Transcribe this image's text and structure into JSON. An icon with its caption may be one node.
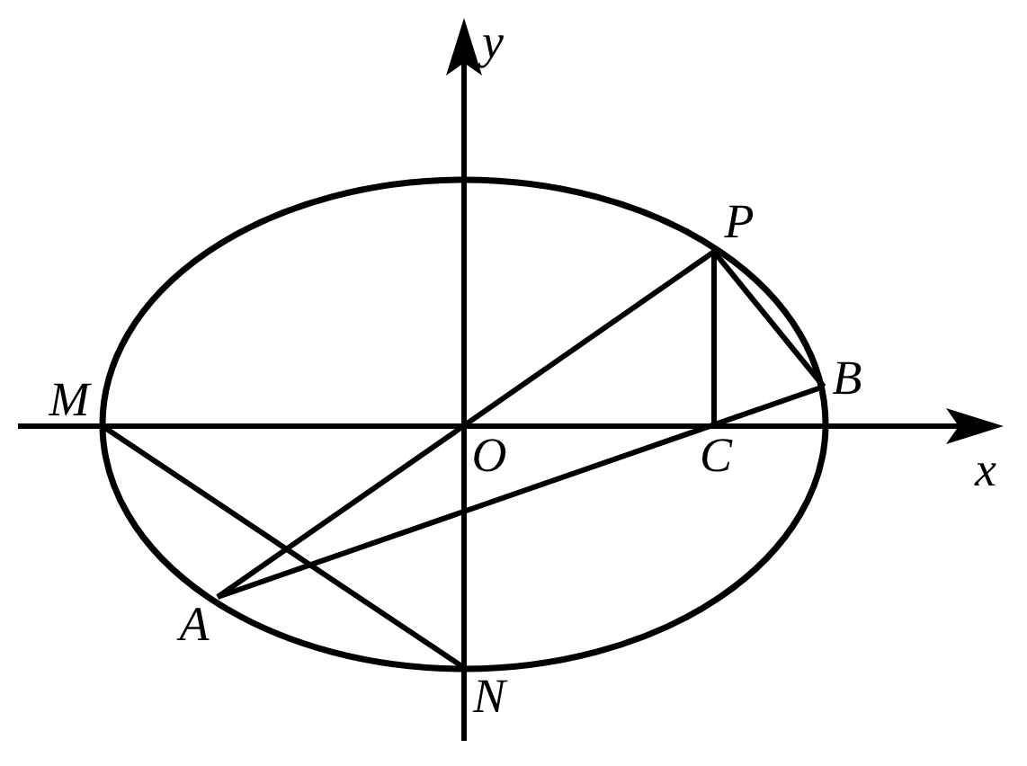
{
  "diagram": {
    "nodes": [
      {
        "text": [
          "P"
        ]
      },
      {
        "text": [
          "M"
        ]
      },
      {
        "text": [
          "B"
        ]
      },
      {
        "text": [
          "O"
        ]
      },
      {
        "text": [
          "C"
        ]
      },
      {
        "text": [
          "A"
        ]
      },
      {
        "text": [
          "N"
        ]
      }
    ],
    "edges": [
      {
        "from": 5,
        "to": 0,
        "arrow": "none"
      },
      {
        "from": 0,
        "to": 4,
        "arrow": "none"
      },
      {
        "from": 0,
        "to": 2,
        "arrow": "none"
      },
      {
        "from": 5,
        "to": 2,
        "arrow": "none"
      },
      {
        "from": 1,
        "to": 6,
        "arrow": "none"
      }
    ],
    "labels": [
      "y",
      "x"
    ]
  }
}
